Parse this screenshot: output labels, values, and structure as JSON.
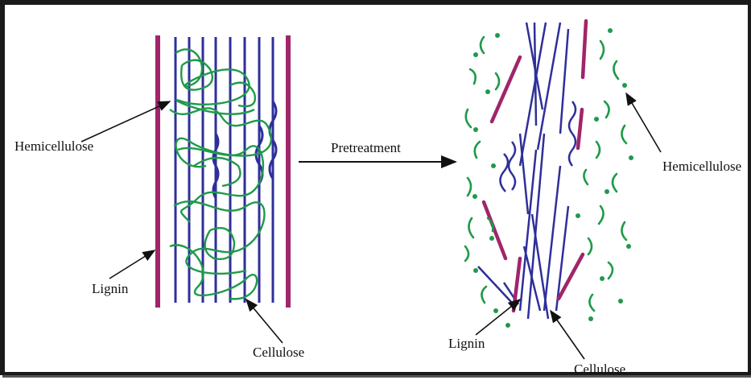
{
  "labels": {
    "hemicellulose_left": "Hemicellulose",
    "lignin_left": "Lignin",
    "cellulose_left": "Cellulose",
    "pretreatment": "Pretreatment",
    "hemicellulose_right": "Hemicellulose",
    "lignin_right": "Lignin",
    "cellulose_right": "Cellulose"
  },
  "colors": {
    "lignin": "#a0256a",
    "cellulose": "#2e2f9a",
    "hemicellulose": "#1f9a4a",
    "text": "#111111"
  }
}
